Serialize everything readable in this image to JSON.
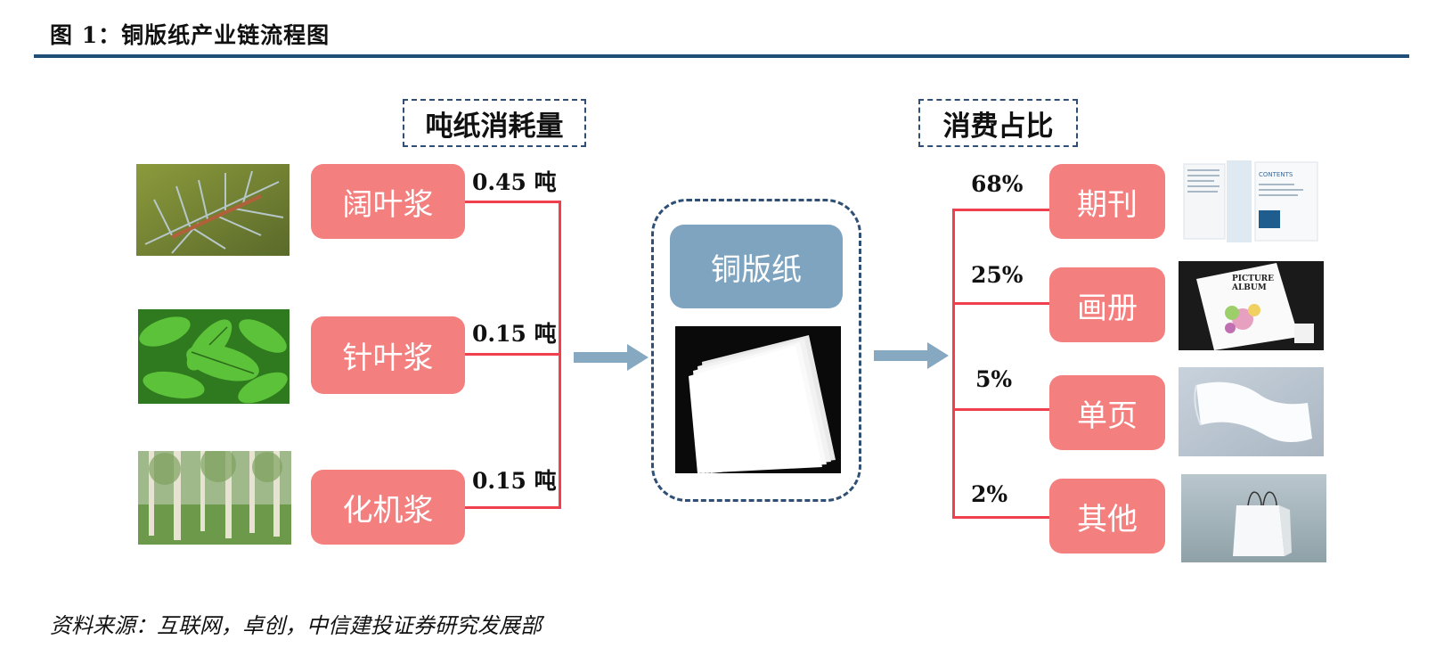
{
  "figure": {
    "title": "图 1：铜版纸产业链流程图",
    "source": "资料来源：互联网，卓创，中信建投证券研究发展部"
  },
  "left_panel": {
    "header": "吨纸消耗量",
    "inputs": [
      {
        "label": "阔叶浆",
        "amount": "0.45 吨",
        "image": "conifer-branch-photo"
      },
      {
        "label": "针叶浆",
        "amount": "0.15 吨",
        "image": "green-leaves-photo"
      },
      {
        "label": "化机浆",
        "amount": "0.15 吨",
        "image": "tree-forest-photo"
      }
    ]
  },
  "center": {
    "label": "铜版纸",
    "image": "paper-stack-photo"
  },
  "right_panel": {
    "header": "消费占比",
    "outputs": [
      {
        "label": "期刊",
        "share": "68%",
        "image": "magazine-photo",
        "image_text": [
          "CONTENTS"
        ]
      },
      {
        "label": "画册",
        "share": "25%",
        "image": "picture-album-photo",
        "image_text": [
          "PICTURE",
          "ALBUM"
        ]
      },
      {
        "label": "单页",
        "share": "5%",
        "image": "curled-sheet-photo"
      },
      {
        "label": "其他",
        "share": "2%",
        "image": "paper-bag-photo"
      }
    ]
  },
  "colors": {
    "pill": "#f47f7f",
    "connector": "#f0404d",
    "center_box": "#7fa4bf",
    "arrow": "#86a8c0",
    "frame": "#2f4f74",
    "title_rule": "#1f4e79"
  }
}
